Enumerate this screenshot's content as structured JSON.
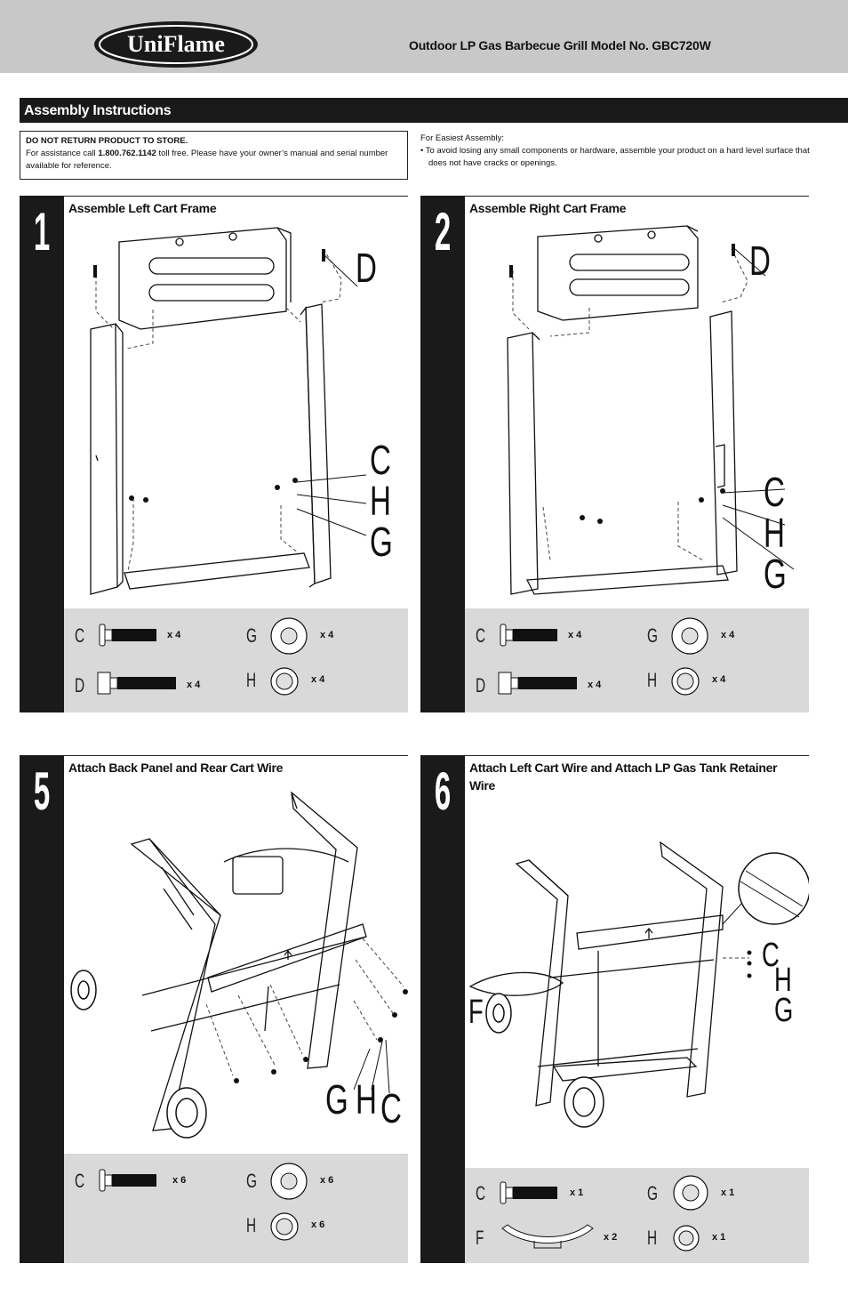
{
  "header": {
    "brand": "UniFlame",
    "title": "Outdoor LP Gas Barbecue Grill  Model No. GBC720W"
  },
  "section_title": "Assembly Instructions",
  "notice": {
    "heading": "DO NOT RETURN PRODUCT TO STORE.",
    "text_prefix": "For assistance call ",
    "phone": "1.800.762.1142",
    "text_suffix": " toll free. Please have your owner’s manual and serial number available for reference."
  },
  "easiest": {
    "heading": "For Easiest Assembly:",
    "bullet": "• To avoid losing any small components or hardware, assemble your product on a hard level surface that does not have cracks or openings."
  },
  "steps": [
    {
      "number": "1",
      "title": "Assemble Left Cart Frame",
      "callouts": [
        "D",
        "C",
        "H",
        "G"
      ],
      "parts": [
        {
          "letter": "C",
          "qty": "x 4",
          "icon": "bolt-short-icon"
        },
        {
          "letter": "D",
          "qty": "x 4",
          "icon": "bolt-long-icon"
        },
        {
          "letter": "G",
          "qty": "x 4",
          "icon": "flat-washer-icon"
        },
        {
          "letter": "H",
          "qty": "x 4",
          "icon": "lock-washer-icon"
        }
      ]
    },
    {
      "number": "2",
      "title": "Assemble Right Cart Frame",
      "callouts": [
        "D",
        "C",
        "H",
        "G"
      ],
      "parts": [
        {
          "letter": "C",
          "qty": "x 4",
          "icon": "bolt-short-icon"
        },
        {
          "letter": "D",
          "qty": "x 4",
          "icon": "bolt-long-icon"
        },
        {
          "letter": "G",
          "qty": "x 4",
          "icon": "flat-washer-icon"
        },
        {
          "letter": "H",
          "qty": "x 4",
          "icon": "lock-washer-icon"
        }
      ]
    },
    {
      "number": "5",
      "title": "Attach Back Panel and Rear Cart Wire",
      "callouts": [
        "G",
        "H",
        "C"
      ],
      "parts": [
        {
          "letter": "C",
          "qty": "x 6",
          "icon": "bolt-short-icon"
        },
        {
          "letter": "G",
          "qty": "x 6",
          "icon": "flat-washer-icon"
        },
        {
          "letter": "H",
          "qty": "x 6",
          "icon": "lock-washer-icon"
        }
      ]
    },
    {
      "number": "6",
      "title": "Attach Left Cart Wire and Attach LP Gas Tank Retainer Wire",
      "callouts": [
        "C",
        "H",
        "G",
        "F"
      ],
      "parts": [
        {
          "letter": "C",
          "qty": "x 1",
          "icon": "bolt-short-icon"
        },
        {
          "letter": "F",
          "qty": "x 2",
          "icon": "cart-wire-icon"
        },
        {
          "letter": "G",
          "qty": "x 1",
          "icon": "flat-washer-icon"
        },
        {
          "letter": "H",
          "qty": "x 1",
          "icon": "lock-washer-icon"
        }
      ]
    }
  ]
}
